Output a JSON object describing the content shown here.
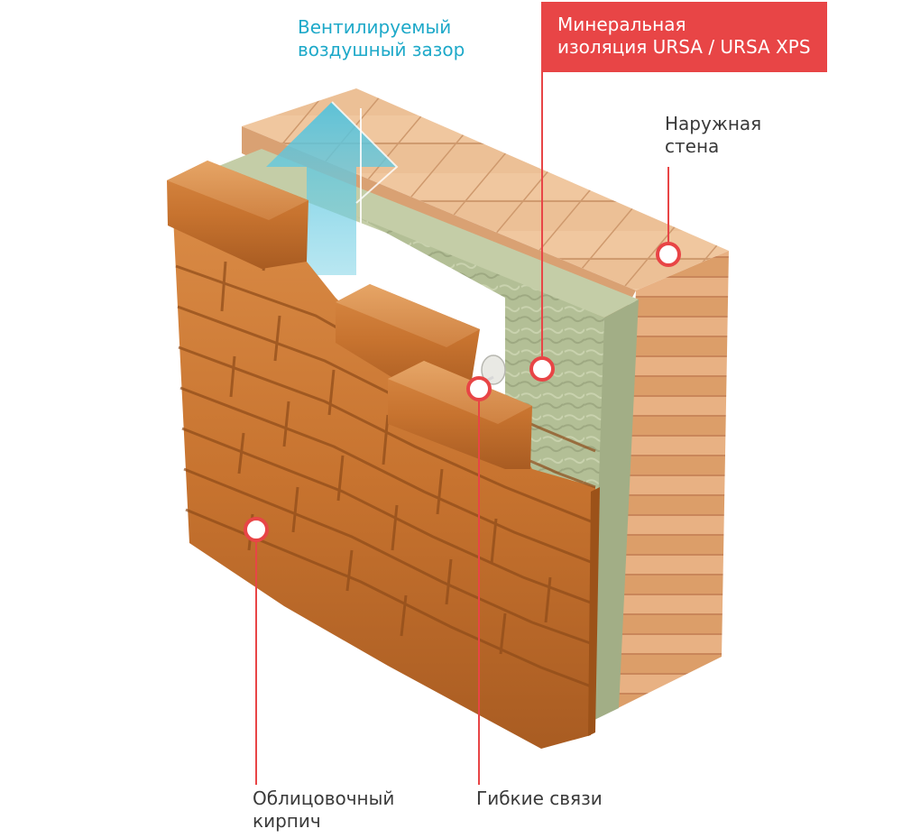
{
  "labels": {
    "air_gap": {
      "line1": "Вентилируемый",
      "line2": "воздушный зазор"
    },
    "insulation": {
      "line1": "Минеральная",
      "line2": "изоляция URSA / URSA XPS"
    },
    "outer_wall": {
      "line1": "Наружная",
      "line2": "стена"
    },
    "facing_brick": {
      "line1": "Облицовочный",
      "line2": "кирпич"
    },
    "ties": {
      "line1": "Гибкие связи"
    }
  },
  "colors": {
    "accent_red": "#e84546",
    "air_cyan": "#1ea9c9",
    "facing_brick": "#c8742e",
    "outer_brick": "#e2a775",
    "insulation": "#b3bf96",
    "text": "#3a3a3a"
  }
}
